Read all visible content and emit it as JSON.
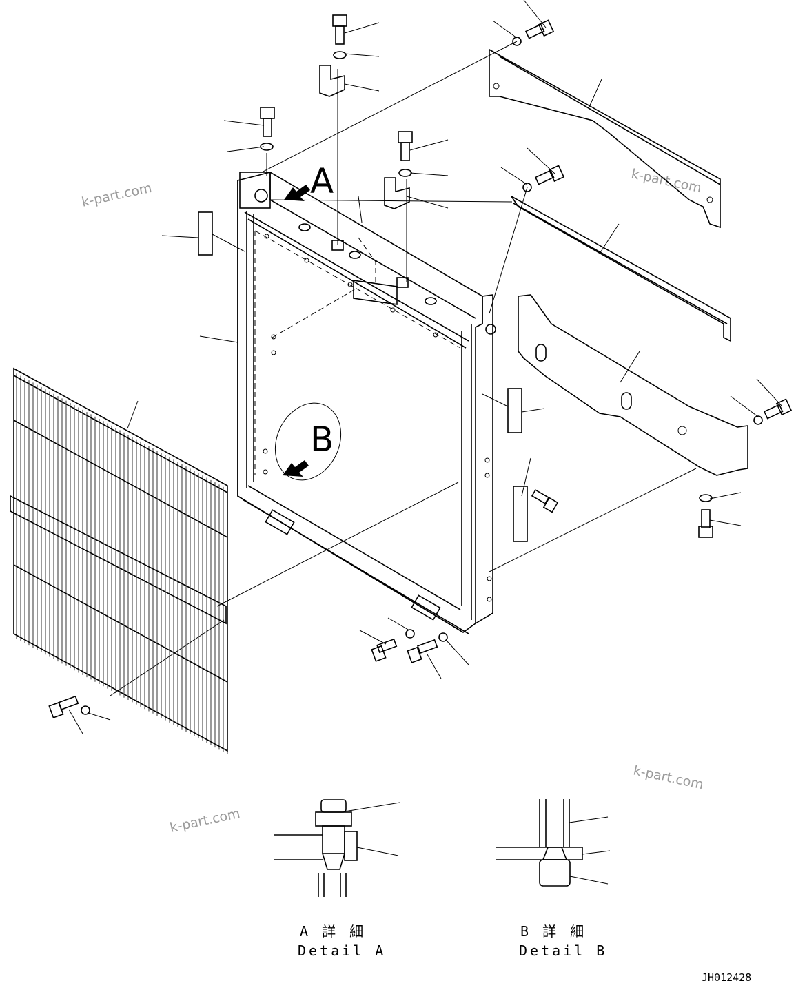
{
  "watermarks": [
    "k-part.com",
    "k-part.com",
    "k-part.com",
    "k-part.com"
  ],
  "callouts": {
    "a": "A",
    "b": "B"
  },
  "details": {
    "a": {
      "label_jp": "A 詳 細",
      "label_en": "Detail A"
    },
    "b": {
      "label_jp": "B 詳 細",
      "label_en": "Detail B"
    }
  },
  "drawing_code": "JH012428",
  "colors": {
    "line": "#000000",
    "watermark": "#9a9a9a",
    "background": "#ffffff"
  }
}
